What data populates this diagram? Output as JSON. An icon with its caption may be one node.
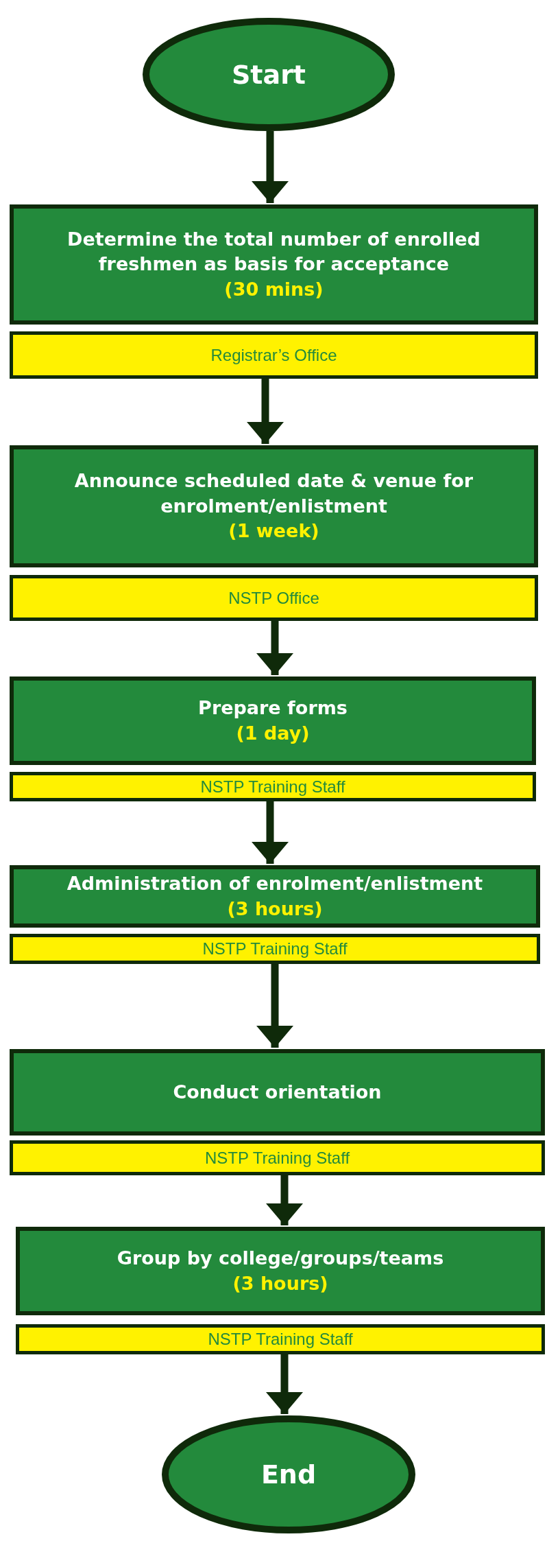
{
  "diagram": {
    "nodes": [
      {
        "text": [
          "Start"
        ]
      },
      {
        "text": [
          "Determine the total number of enrolled freshmen as basis for acceptance",
          "(30 mins)"
        ]
      },
      {
        "text": [
          "Registrar’s Office"
        ]
      },
      {
        "text": [
          "Announce scheduled date & venue for enrolment/enlistment",
          "(1 week)"
        ]
      },
      {
        "text": [
          "NSTP Office"
        ]
      },
      {
        "text": [
          "Prepare forms",
          "(1 day)"
        ]
      },
      {
        "text": [
          "NSTP Training Staff"
        ]
      },
      {
        "text": [
          "Administration of enrolment/enlistment",
          "(3 hours)"
        ]
      },
      {
        "text": [
          "NSTP Training Staff"
        ]
      },
      {
        "text": [
          "Conduct orientation"
        ]
      },
      {
        "text": [
          "NSTP Training Staff"
        ]
      },
      {
        "text": [
          "Group by college/groups/teams",
          "(3 hours)"
        ]
      },
      {
        "text": [
          "NSTP Training Staff"
        ]
      },
      {
        "text": [
          "End"
        ]
      }
    ],
    "edges": [
      {
        "from": 0,
        "to": 1,
        "arrow": "to"
      },
      {
        "from": 2,
        "to": 3,
        "arrow": "to"
      },
      {
        "from": 4,
        "to": 5,
        "arrow": "to"
      },
      {
        "from": 6,
        "to": 7,
        "arrow": "to"
      },
      {
        "from": 8,
        "to": 9,
        "arrow": "to"
      },
      {
        "from": 10,
        "to": 11,
        "arrow": "to"
      },
      {
        "from": 12,
        "to": 13,
        "arrow": "to"
      }
    ]
  }
}
